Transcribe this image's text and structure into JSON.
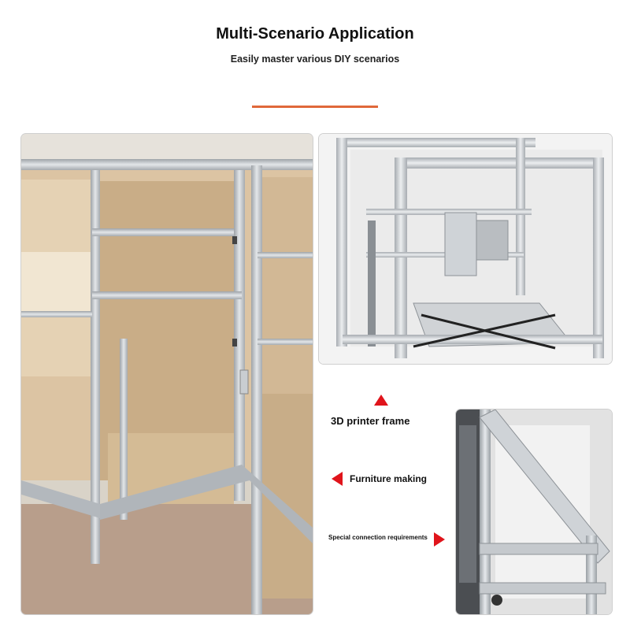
{
  "header": {
    "title": "Multi-Scenario Application",
    "subtitle": "Easily master various DIY scenarios"
  },
  "callouts": {
    "printer": "3D printer frame",
    "furniture": "Furniture making",
    "special": "Special connection requirements"
  },
  "colors": {
    "accent_line": "#e0683a",
    "arrow": "#e0141b",
    "aluminum": "#c9cdd1",
    "plywood": "#d8c2a3"
  },
  "icons": {
    "up": "arrow-up-icon",
    "left": "arrow-left-icon",
    "right": "arrow-right-icon"
  }
}
